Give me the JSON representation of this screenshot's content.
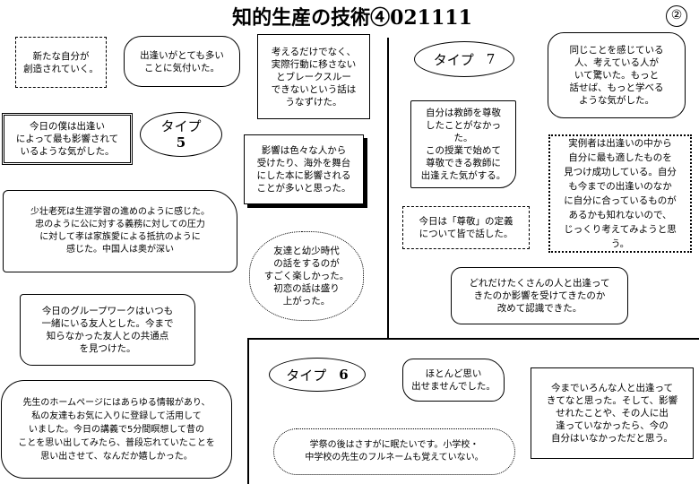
{
  "title": "知的生産の技術④021111",
  "page_number": "②",
  "types": {
    "type5": {
      "label": "タイプ",
      "number": "5"
    },
    "type7": {
      "label": "タイプ",
      "number": "7"
    },
    "type6": {
      "label": "タイプ",
      "number": "6"
    }
  },
  "comments": {
    "c01": "新たな自分が\n創造されていく。",
    "c02": "出逢いがとても多い\nことに気付いた。",
    "c03": "考えるだけでなく、\n実際行動に移さない\nとブレークスルー\nできないという話は\nうなずけた。",
    "c04": "今日の僕は出逢い\nによって最も影響されて\nいるような気がした。",
    "c05": "影響は色々な人から\n受けたり、海外を舞台\nにした本に影響される\nことが多いと思った。",
    "c06": "少壮老死は生涯学習の進めのように感じた。\n忠のように公に対する義務に対しての圧力\nに対して孝は家族愛による抵抗のように\n感じた。中国人は奥が深い",
    "c07": "友達と幼少時代\nの話をするのが\nすごく楽しかった。\n初恋の話は盛り\n上がった。",
    "c08": "今日のグループワークはいつも\n一緒にいる友人とした。今まで\n知らなかった友人との共通点\nを見つけた。",
    "c09": "先生のホームページにはあらゆる情報があり、\n私の友達もお気に入りに登録して活用して\nいました。今日の講義で5分間瞑想して昔の\nことを思い出してみたら、普段忘れていたことを\n思い出させて、なんだか嬉しかった。",
    "c10": "同じことを感じている\n人、考えている人が\nいて驚いた。もっと\n話せば、もっと学べる\nような気がした。",
    "c11": "自分は教師を尊敬\nしたことがなかった。\nこの授業で始めて\n尊敬できる教師に\n出逢えた気がする。",
    "c12": "実例者は出逢いの中から\n自分に最も適したものを\n見つけ成功している。自分\nも今までの出逢いのなか\nに自分に合っているものが\nあるかも知れないので、\nじっくり考えてみようと思う。",
    "c13": "今日は「尊敬」の定義\nについて皆で話した。",
    "c14": "どれだけたくさんの人と出逢って\nきたのか影響を受けてきたのか\n改めて認識できた。",
    "c15": "ほとんど思い\n出せませんでした。",
    "c16": "今までいろんな人と出逢って\nきてなと思った。そして、影響\nせれたことや、その人に出\n逢っていなかったら、今の\n自分はいなかっただと思う。",
    "c17": "学祭の後はさすがに眠たいです。小学校・\n中学校の先生のフルネームも覚えていない。"
  }
}
